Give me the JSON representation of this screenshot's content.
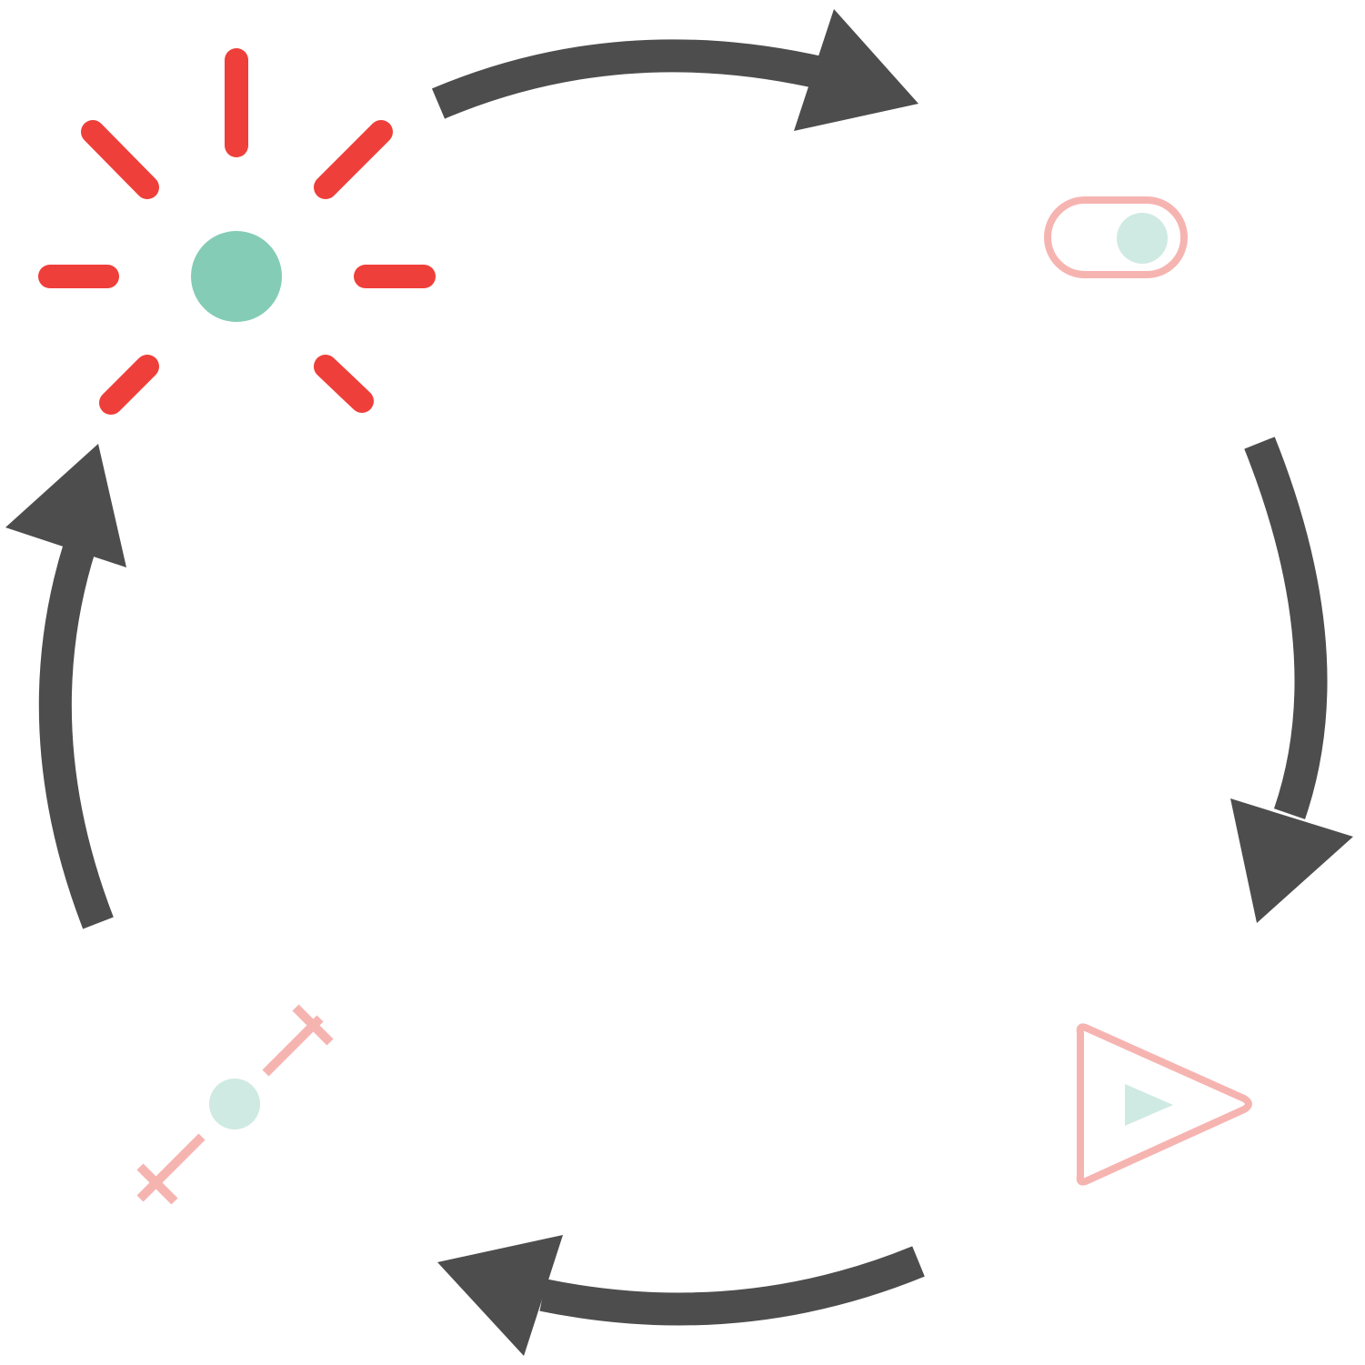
{
  "diagram": {
    "type": "cycle",
    "direction": "clockwise",
    "stages": [
      {
        "id": "active",
        "icon": "burst-icon",
        "state": "highlighted",
        "position": "top-left"
      },
      {
        "id": "toggle",
        "icon": "toggle-switch-icon",
        "state": "faded",
        "position": "top-right"
      },
      {
        "id": "play",
        "icon": "play-triangle-icon",
        "state": "faded",
        "position": "bottom-right"
      },
      {
        "id": "measure",
        "icon": "dimension-line-icon",
        "state": "faded",
        "position": "bottom-left"
      }
    ],
    "arrows": [
      {
        "from": "active",
        "to": "toggle",
        "icon": "arrow-right-icon"
      },
      {
        "from": "toggle",
        "to": "play",
        "icon": "arrow-down-icon"
      },
      {
        "from": "play",
        "to": "measure",
        "icon": "arrow-left-icon"
      },
      {
        "from": "measure",
        "to": "active",
        "icon": "arrow-up-icon"
      }
    ]
  },
  "colors": {
    "arrow": "#4d4d4d",
    "accent_red": "#ef3f3a",
    "accent_green": "#84ccb5",
    "faded_pink": "#f6b4b1",
    "faded_green": "#cfeae2",
    "background": "#ffffff"
  }
}
